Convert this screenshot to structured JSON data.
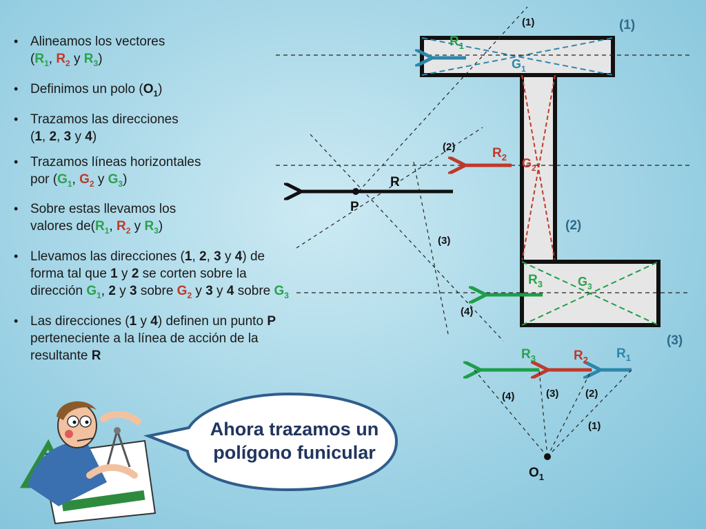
{
  "bullets": {
    "b1": {
      "t": "Alineamos los vectores",
      "o": "(",
      "r1": "R",
      "r1s": "1",
      "c1": ", ",
      "r2": "R",
      "r2s": "2",
      "c2": " y ",
      "r3": "R",
      "r3s": "3",
      "cl": ")"
    },
    "b2": {
      "t": "Definimos un polo (",
      "o": "O",
      "os": "1",
      "cl": ")"
    },
    "b3": {
      "t": "Trazamos las direcciones",
      "o": "(",
      "n1": "1",
      "c1": ", ",
      "n2": "2",
      "c2": ", ",
      "n3": "3",
      "c3": " y ",
      "n4": "4",
      "cl": ")"
    },
    "b4": {
      "t": "Trazamos líneas horizontales",
      "p": "por (",
      "g1": "G",
      "g1s": "1",
      "c1": ", ",
      "g2": "G",
      "g2s": "2",
      "c2": " y ",
      "g3": "G",
      "g3s": "3",
      "cl": ")"
    },
    "b5": {
      "t": "Sobre estas llevamos los",
      "p": "valores de(",
      "r1": "R",
      "r1s": "1",
      "c1": ", ",
      "r2": "R",
      "r2s": "2",
      "c2": " y ",
      "r3": "R",
      "r3s": "3",
      "cl": ")"
    },
    "b6": {
      "a": "Llevamos las direcciones (",
      "n1": "1",
      "c1": ", ",
      "n2": "2",
      "c2": ", ",
      "n3": "3",
      "c3": " y ",
      "n4": "4",
      "b": ") de",
      "c": "forma tal que ",
      "m1": "1",
      "d": " y ",
      "m2": "2",
      "e": " se corten sobre la",
      "f": "dirección ",
      "g1": "G",
      "g1s": "1",
      "h": ", ",
      "k2": "2",
      "i": " y ",
      "k3": "3",
      "j": " sobre ",
      "g2": "G",
      "g2s": "2",
      "l": " y ",
      "k3b": "3",
      "m": " y ",
      "k4": "4",
      "n": " sobre ",
      "g3": "G",
      "g3s": "3"
    },
    "b7": {
      "a": "Las direcciones (",
      "n1": "1",
      "c": " y ",
      "n4": "4",
      "b": ") definen un punto ",
      "p": "P",
      "l2": "perteneciente a la línea de acción de la",
      "l3": "resultante ",
      "r": "R"
    }
  },
  "bubble": {
    "line1": "Ahora trazamos un",
    "line2": "polígono funicular"
  },
  "diagram": {
    "section_labels": [
      "(1)",
      "(2)",
      "(3)"
    ],
    "direction_labels": [
      "(1)",
      "(2)",
      "(3)",
      "(4)"
    ],
    "force_labels": {
      "R": "R",
      "sub1": "1",
      "sub2": "2",
      "sub3": "3"
    },
    "centroid_labels": {
      "G": "G",
      "sub1": "1",
      "sub2": "2",
      "sub3": "3"
    },
    "resultant": "R",
    "point": "P",
    "pole": {
      "label": "O",
      "sub": "1"
    },
    "colors": {
      "r1": "#2e86ab",
      "r2": "#c0392b",
      "r3": "#1e9e4a",
      "resultant": "#111111",
      "beam_fill": "#e6e6e6",
      "beam_stroke": "#111111"
    }
  }
}
